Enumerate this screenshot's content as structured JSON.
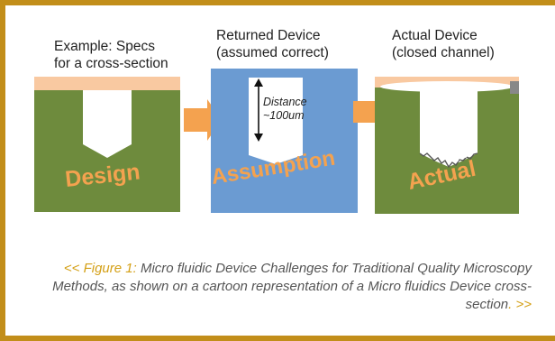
{
  "panels": [
    {
      "title": "Example: Specs\nfor a cross-section",
      "label": "Design"
    },
    {
      "title": "Returned Device\n(assumed correct)",
      "label": "Assumption",
      "measurement": "Distance\n~100um"
    },
    {
      "title": "Actual Device\n(closed channel)",
      "label": "Actual"
    }
  ],
  "caption": {
    "open": "<< ",
    "figure_label": "Figure 1:",
    "text": " Micro fluidic Device Challenges for Traditional Quality Microscopy Methods, as shown on a cartoon representation of a Micro fluidics Device cross-section",
    "close": ". >>"
  },
  "colors": {
    "frame": "#c28e1a",
    "substrate_green": "#6e8b3d",
    "cover_peach": "#f9c9a1",
    "assumption_blue": "#6b9bd2",
    "arrow_orange": "#f4a24f",
    "label_orange": "#f4a24f"
  }
}
